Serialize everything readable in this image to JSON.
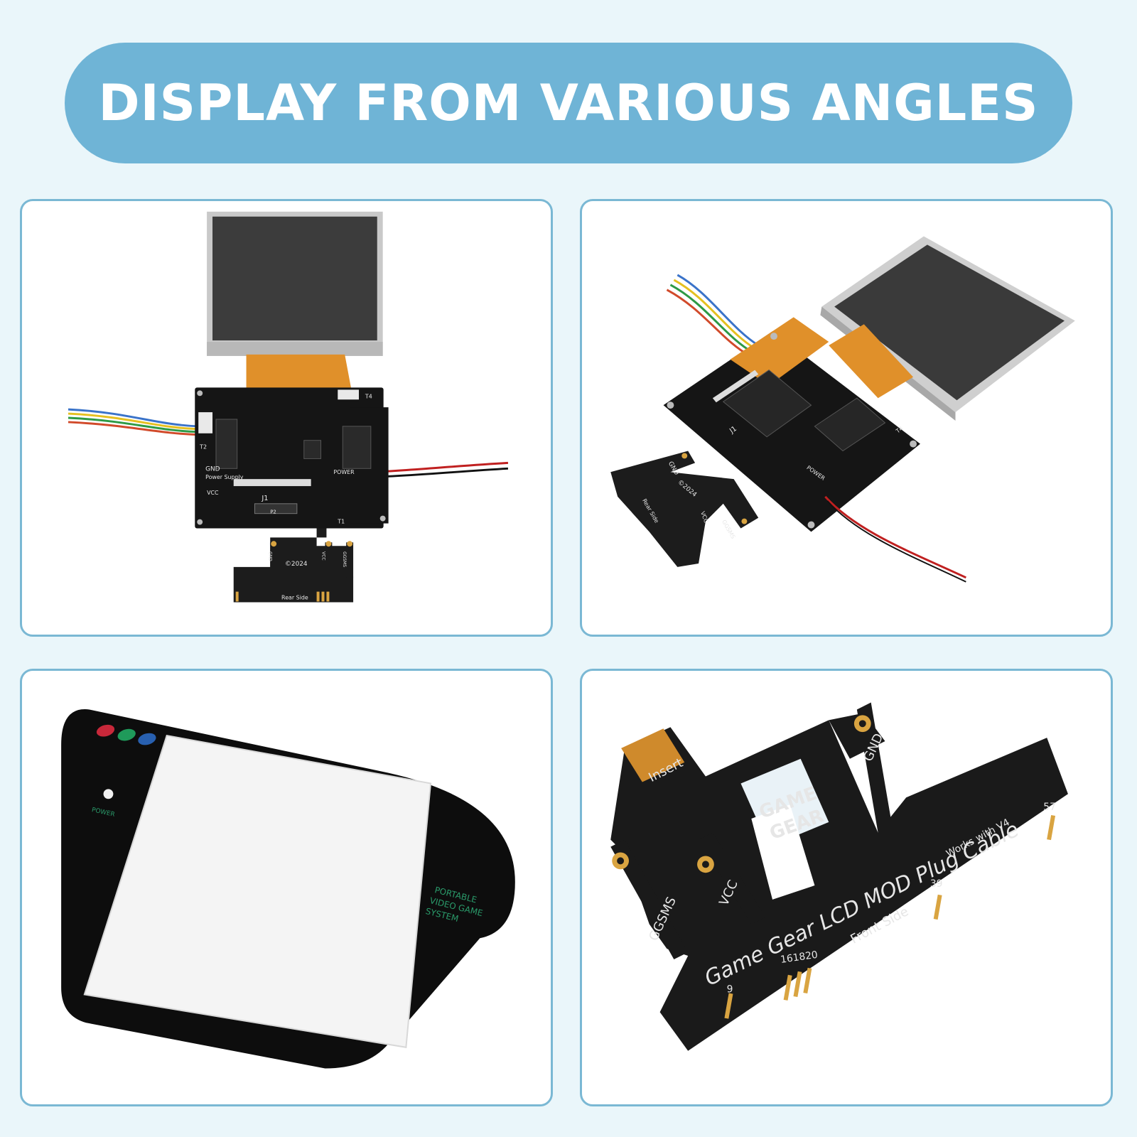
{
  "banner": {
    "title": "DISPLAY FROM VARIOUS ANGLES"
  },
  "colors": {
    "background": "#eaf6fa",
    "banner": "#6fb4d6",
    "panel_border": "#7ab8d4",
    "pcb": "#151515",
    "flex_orange": "#e0902a",
    "gold": "#d9a441"
  },
  "panel1": {
    "labels": {
      "gnd": "GND",
      "power_supply": "Power Supply",
      "vcc": "VCC",
      "j1": "J1",
      "p2": "P2",
      "t1": "T1",
      "t2": "T2",
      "t4": "T4",
      "power": "POWER",
      "copyright": "©2024",
      "rear_side": "Rear Side",
      "gnd_pin": "GND",
      "vcc_pin": "VCC",
      "ggsms_pin": "GGSMS"
    }
  },
  "panel2": {
    "labels": {
      "gnd": "GND",
      "copyright": "©2024",
      "rear_side": "Rear Side",
      "vcc": "VCC",
      "ggsms": "GGSMS",
      "j1": "J1",
      "power": "POWER",
      "t4": "T4"
    }
  },
  "panel3": {
    "power_label": "POWER",
    "text_line1": "PORTABLE",
    "text_line2": "VIDEO GAME",
    "text_line3": "SYSTEM",
    "dot_colors": [
      "#c8283a",
      "#1f9a5a",
      "#2860b0"
    ]
  },
  "panel4": {
    "insert": "Insert",
    "gnd": "GND",
    "logo_line1": "GAME",
    "logo_line2": "GEAR",
    "title": "Game Gear LCD MOD Plug Cable",
    "works_with": "Works with V4",
    "front_side": "Front Side",
    "ggsms": "GGSMS",
    "vcc": "VCC",
    "pin_9": "9",
    "pin_161820": "161820",
    "pin_39": "39",
    "pin_57": "57"
  }
}
